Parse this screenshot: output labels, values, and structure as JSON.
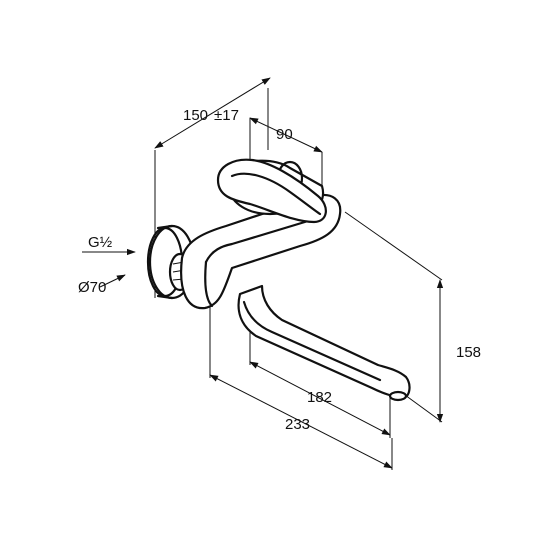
{
  "drawing": {
    "colors": {
      "line": "#111111",
      "background": "#ffffff"
    },
    "dimensions": {
      "width_total": "150",
      "width_tolerance": "±17",
      "lever_width": "90",
      "thread": "G½",
      "rosette_diameter": "Ø70",
      "height": "158",
      "spout_reach": "182",
      "overall_reach": "233"
    }
  }
}
